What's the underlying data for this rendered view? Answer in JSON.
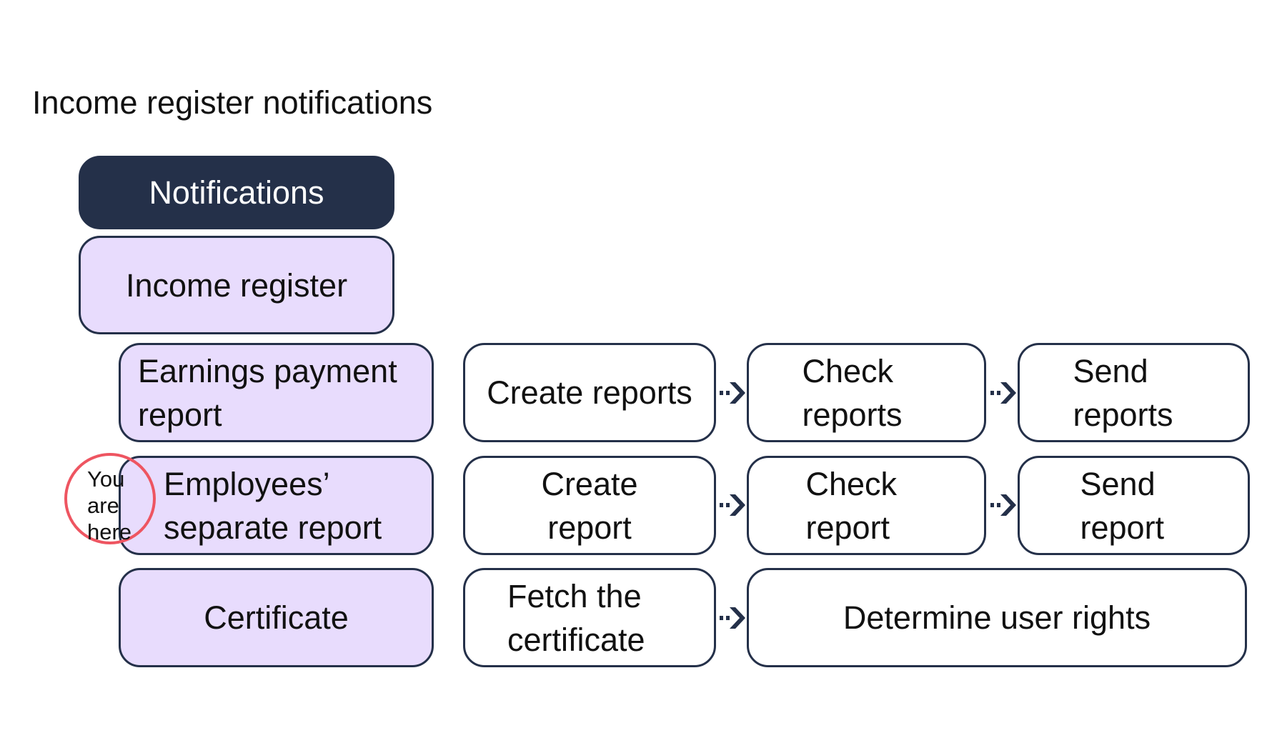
{
  "title": "Income register notifications",
  "colors": {
    "dark": "#243049",
    "lilac": "#e8dcfd",
    "marker": "#ee5561"
  },
  "hierarchy": {
    "root": "Notifications",
    "service": "Income register"
  },
  "rows": [
    {
      "name": "Earnings payment report",
      "steps": [
        "Create reports",
        "Check reports",
        "Send reports"
      ]
    },
    {
      "name": "Employees’ separate report",
      "steps": [
        "Create report",
        "Check report",
        "Send report"
      ]
    },
    {
      "name": "Certificate",
      "steps": [
        "Fetch the certificate",
        "Determine user rights"
      ]
    }
  ],
  "you_are_here": {
    "line1": "You",
    "line2": "are",
    "line3": "here"
  },
  "arrow_icon": "double-chevron-right-icon"
}
